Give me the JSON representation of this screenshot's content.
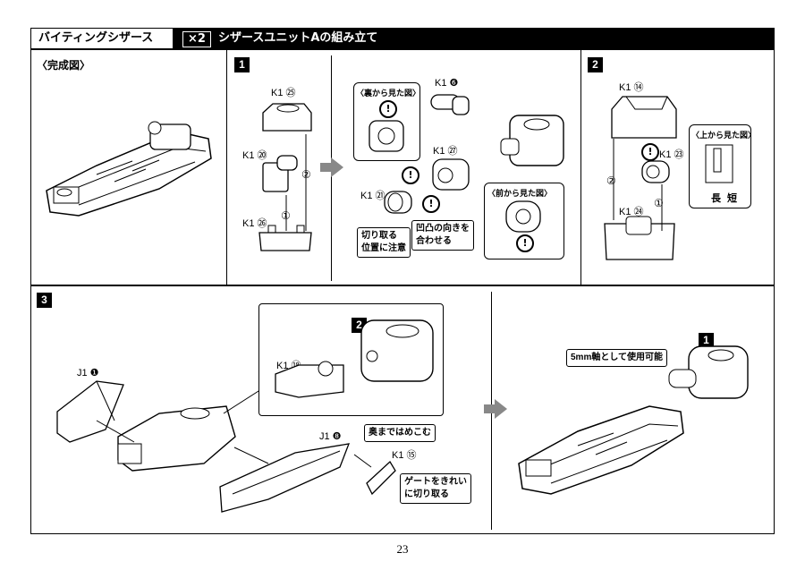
{
  "header": {
    "section": "バイティングシザース",
    "multiplier": "×2",
    "title": "シザースユニットAの組み立て"
  },
  "completed": {
    "label": "〈完成図〉"
  },
  "step1": {
    "number": "1",
    "parts": {
      "k1_25": "K1 ㉕",
      "k1_20": "K1 ⑳",
      "k1_26": "K1 ㉖",
      "k1_6": "K1 ❻",
      "k1_27": "K1 ㉗",
      "k1_21": "K1 ㉑"
    },
    "seq_1": "①",
    "seq_2": "②",
    "back_view": "〈裏から見た図〉",
    "front_view": "〈前から見た図〉",
    "note_cut": "切り取る\n位置に注意",
    "note_align": "凹凸の向きを\n合わせる"
  },
  "step2": {
    "number": "2",
    "parts": {
      "k1_14": "K1 ⑭",
      "k1_23": "K1 ㉓",
      "k1_24": "K1 ㉔"
    },
    "seq_1": "①",
    "seq_2": "②",
    "top_view": "〈上から見た図〉",
    "long": "長",
    "short": "短"
  },
  "step3": {
    "number": "3",
    "inset_step": "2",
    "parts": {
      "j1_1": "J1 ❶",
      "k1_18": "K1 ⑱",
      "j1_8": "J1 ❽",
      "k1_15": "K1 ⑮"
    },
    "note_push": "奥まではめこむ",
    "note_gate": "ゲートをきれい\nに切り取る"
  },
  "result": {
    "step": "1",
    "note_axis": "5mm軸として使用可能"
  },
  "page_number": "23"
}
